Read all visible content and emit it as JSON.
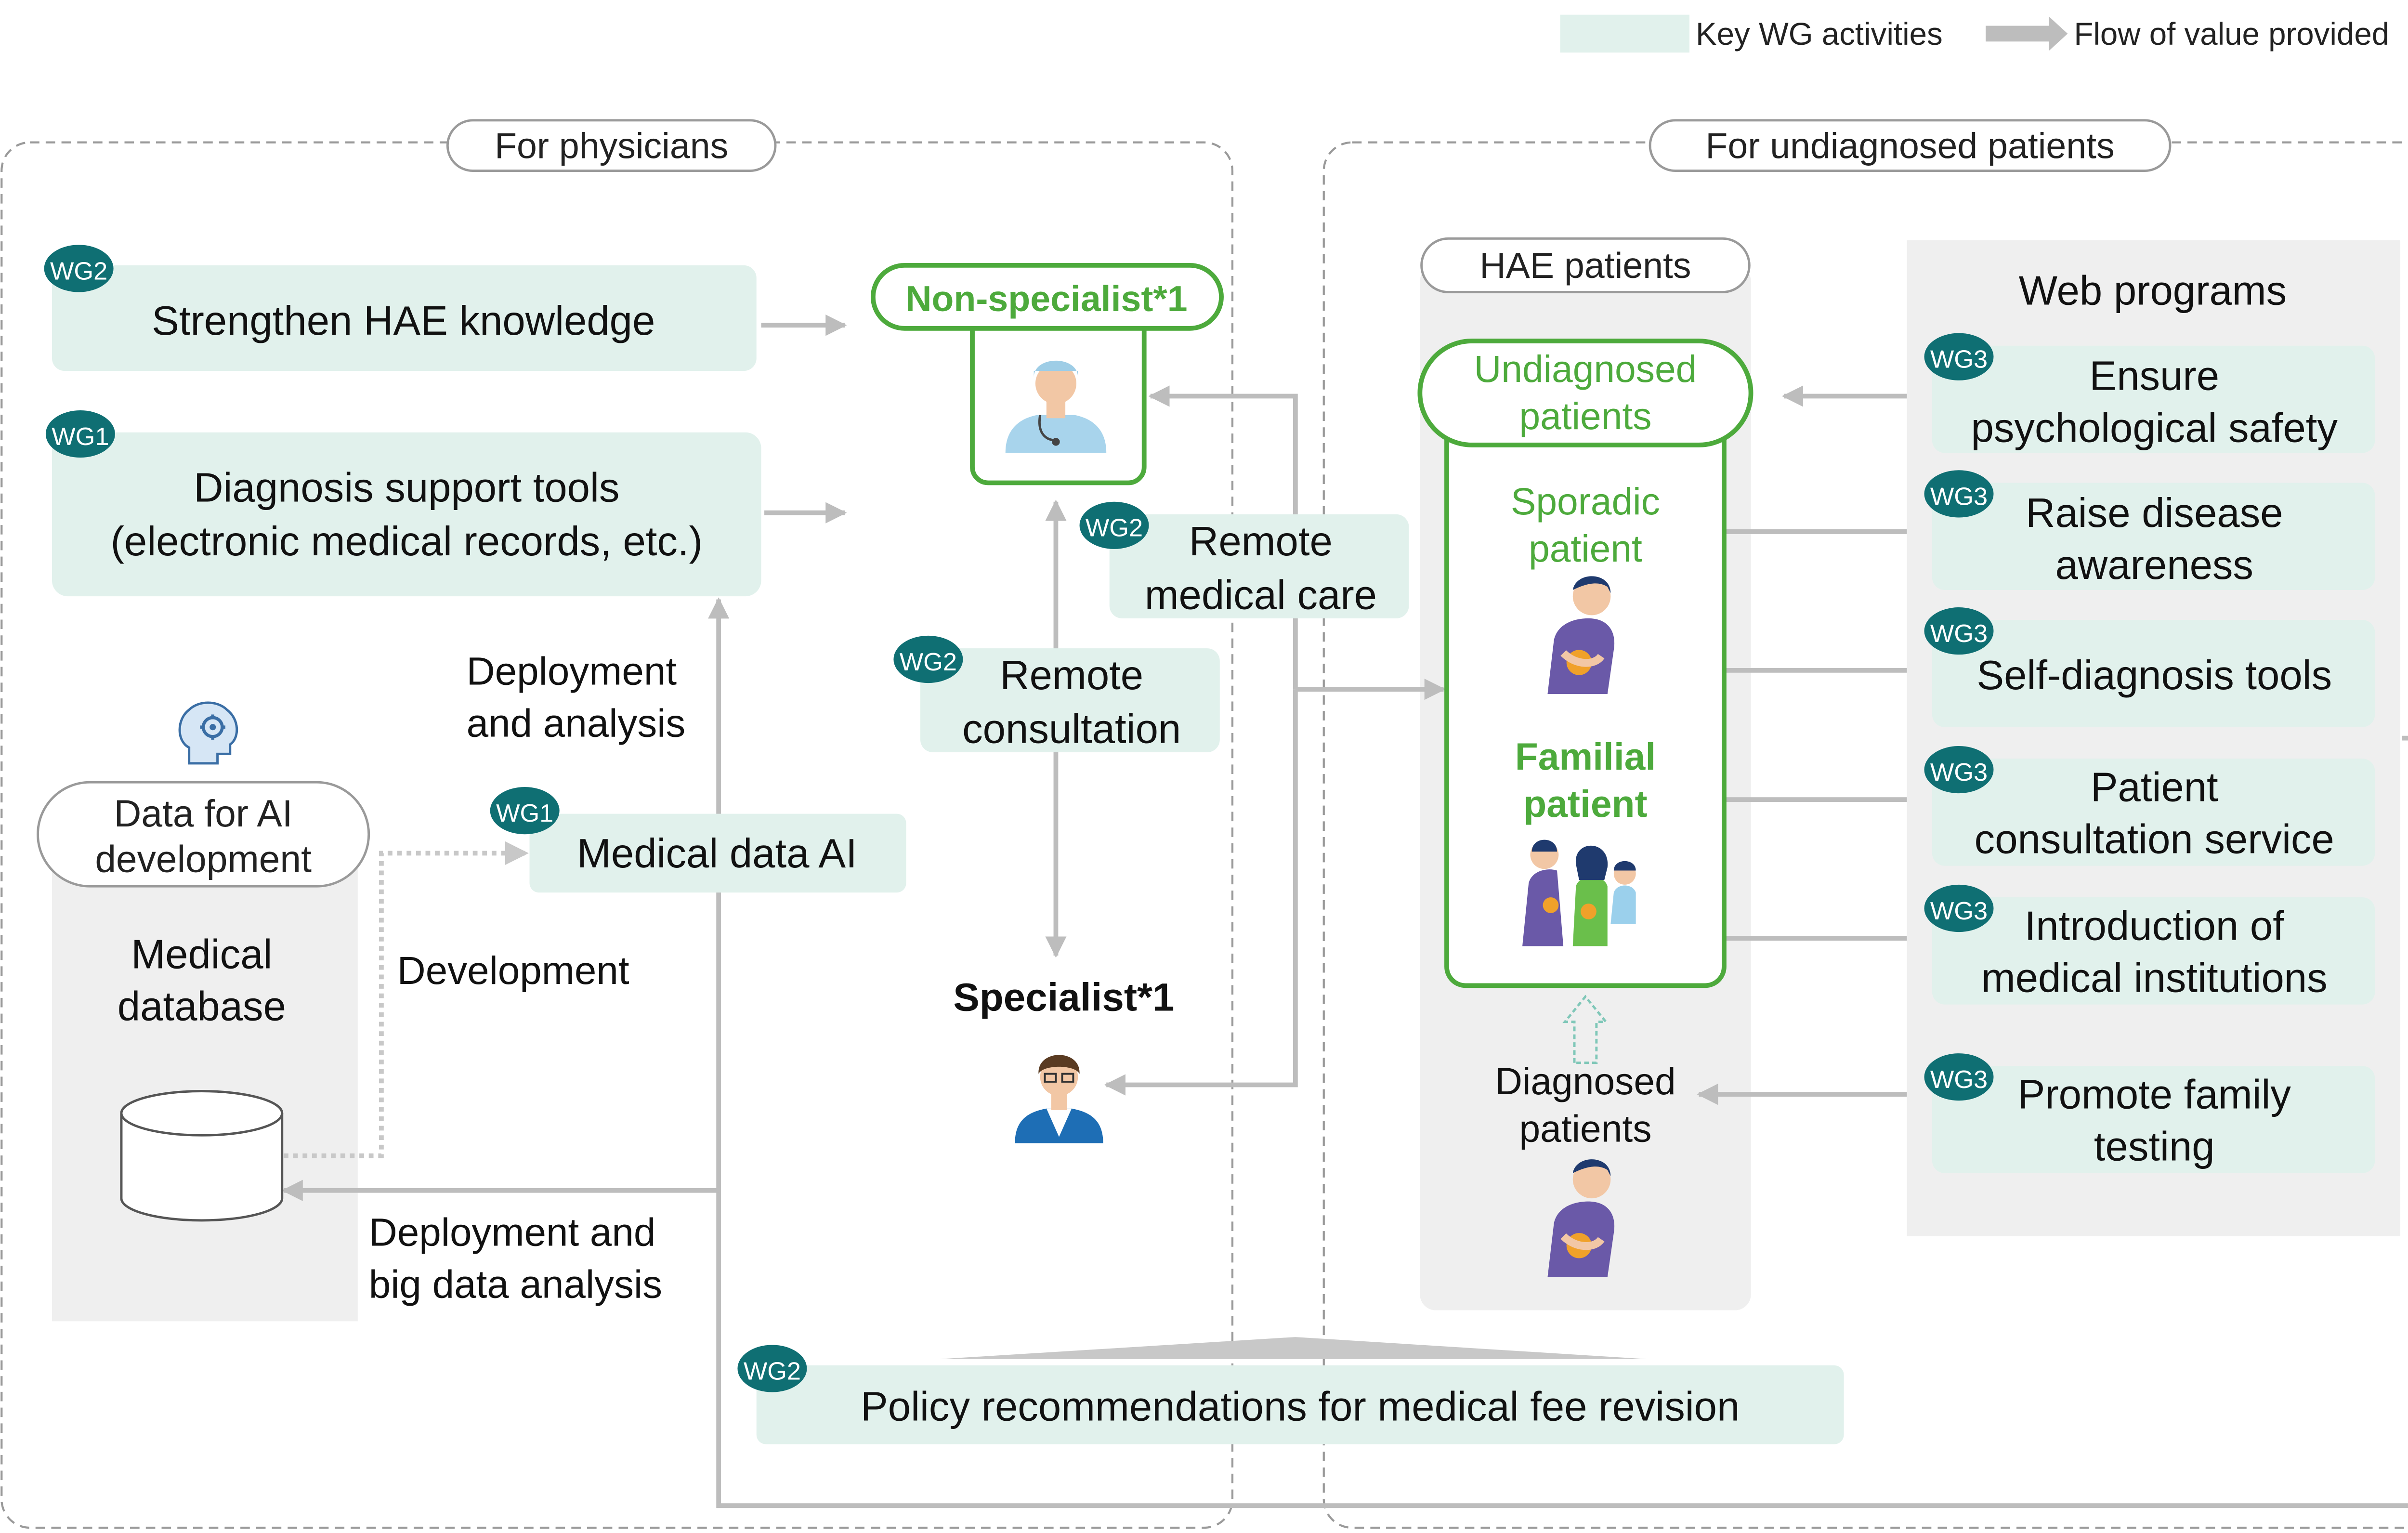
{
  "legend": {
    "key_activities": "Key WG activities",
    "flow": "Flow of value provided"
  },
  "sections": {
    "physicians": "For physicians",
    "patients": "For undiagnosed patients"
  },
  "boxes": {
    "strengthen": "Strengthen HAE knowledge",
    "diag_tools_1": "Diagnosis support tools",
    "diag_tools_2": "(electronic medical records, etc.)",
    "remote_care_1": "Remote",
    "remote_care_2": "medical care",
    "remote_consult_1": "Remote",
    "remote_consult_2": "consultation",
    "medical_ai": "Medical data AI",
    "policy": "Policy recommendations for medical fee revision"
  },
  "data_ai": {
    "title_1": "Data for AI",
    "title_2": "development",
    "db_1": "Medical",
    "db_2": "database"
  },
  "flow_labels": {
    "deploy_1": "Deployment",
    "deploy_2": "and analysis",
    "development": "Development",
    "bigdata_1": "Deployment and",
    "bigdata_2": "big data analysis"
  },
  "doctors": {
    "non_specialist": "Non-specialist*1",
    "specialist": "Specialist*1"
  },
  "hae": {
    "header": "HAE patients",
    "undiag_1": "Undiagnosed",
    "undiag_2": "patients",
    "sporadic_1": "Sporadic",
    "sporadic_2": "patient",
    "familial_1": "Familial",
    "familial_2": "patient",
    "diag_1": "Diagnosed",
    "diag_2": "patients"
  },
  "web": {
    "title": "Web programs",
    "items": [
      {
        "badge": "WG3",
        "l1": "Ensure",
        "l2": "psychological safety"
      },
      {
        "badge": "WG3",
        "l1": "Raise disease",
        "l2": "awareness"
      },
      {
        "badge": "WG3",
        "l1": "Self-diagnosis tools",
        "l2": ""
      },
      {
        "badge": "WG3",
        "l1": "Patient",
        "l2": "consultation service"
      },
      {
        "badge": "WG3",
        "l1": "Introduction of",
        "l2": "medical institutions"
      },
      {
        "badge": "WG3",
        "l1": "Promote family",
        "l2": "testing"
      }
    ]
  },
  "badges": {
    "strengthen": "WG2",
    "diag_tools": "WG1",
    "medical_ai": "WG1",
    "remote_care": "WG2",
    "remote_consult": "WG2",
    "policy": "WG2"
  },
  "colors": {
    "activity_fill": "#e1f1ec",
    "badge": "#0f6f73",
    "accent_green": "#4daa3c",
    "arrow_gray": "#bdbdbd",
    "section_border": "#9a9a9a",
    "panel_gray": "#efefef"
  },
  "icons": {
    "brain_gear": "ai-brain-gear-icon",
    "database": "database-icon",
    "non_specialist": "doctor-icon",
    "specialist": "specialist-doctor-icon",
    "sporadic": "patient-icon",
    "familial": "family-icon",
    "diagnosed": "patient-icon"
  }
}
